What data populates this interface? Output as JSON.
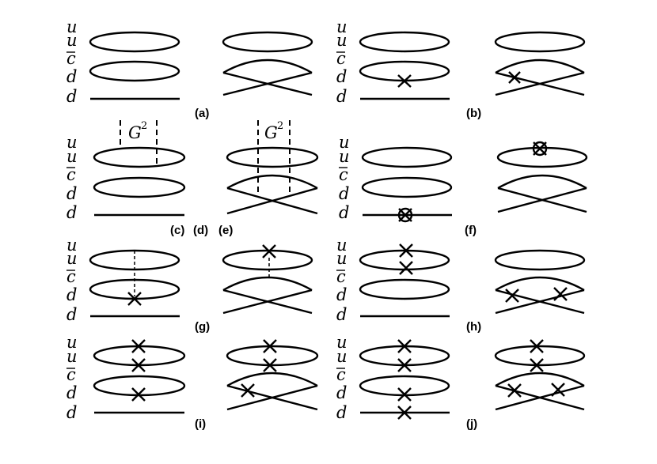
{
  "quark_labels": [
    "u",
    "u",
    "c",
    "d",
    "d"
  ],
  "panel_labels": [
    "(a)",
    "(b)",
    "(c)",
    "(d)",
    "(e)",
    "(f)",
    "(g)",
    "(h)",
    "(i)",
    "(j)"
  ],
  "gluon_label": "G",
  "gluon_power": "2"
}
